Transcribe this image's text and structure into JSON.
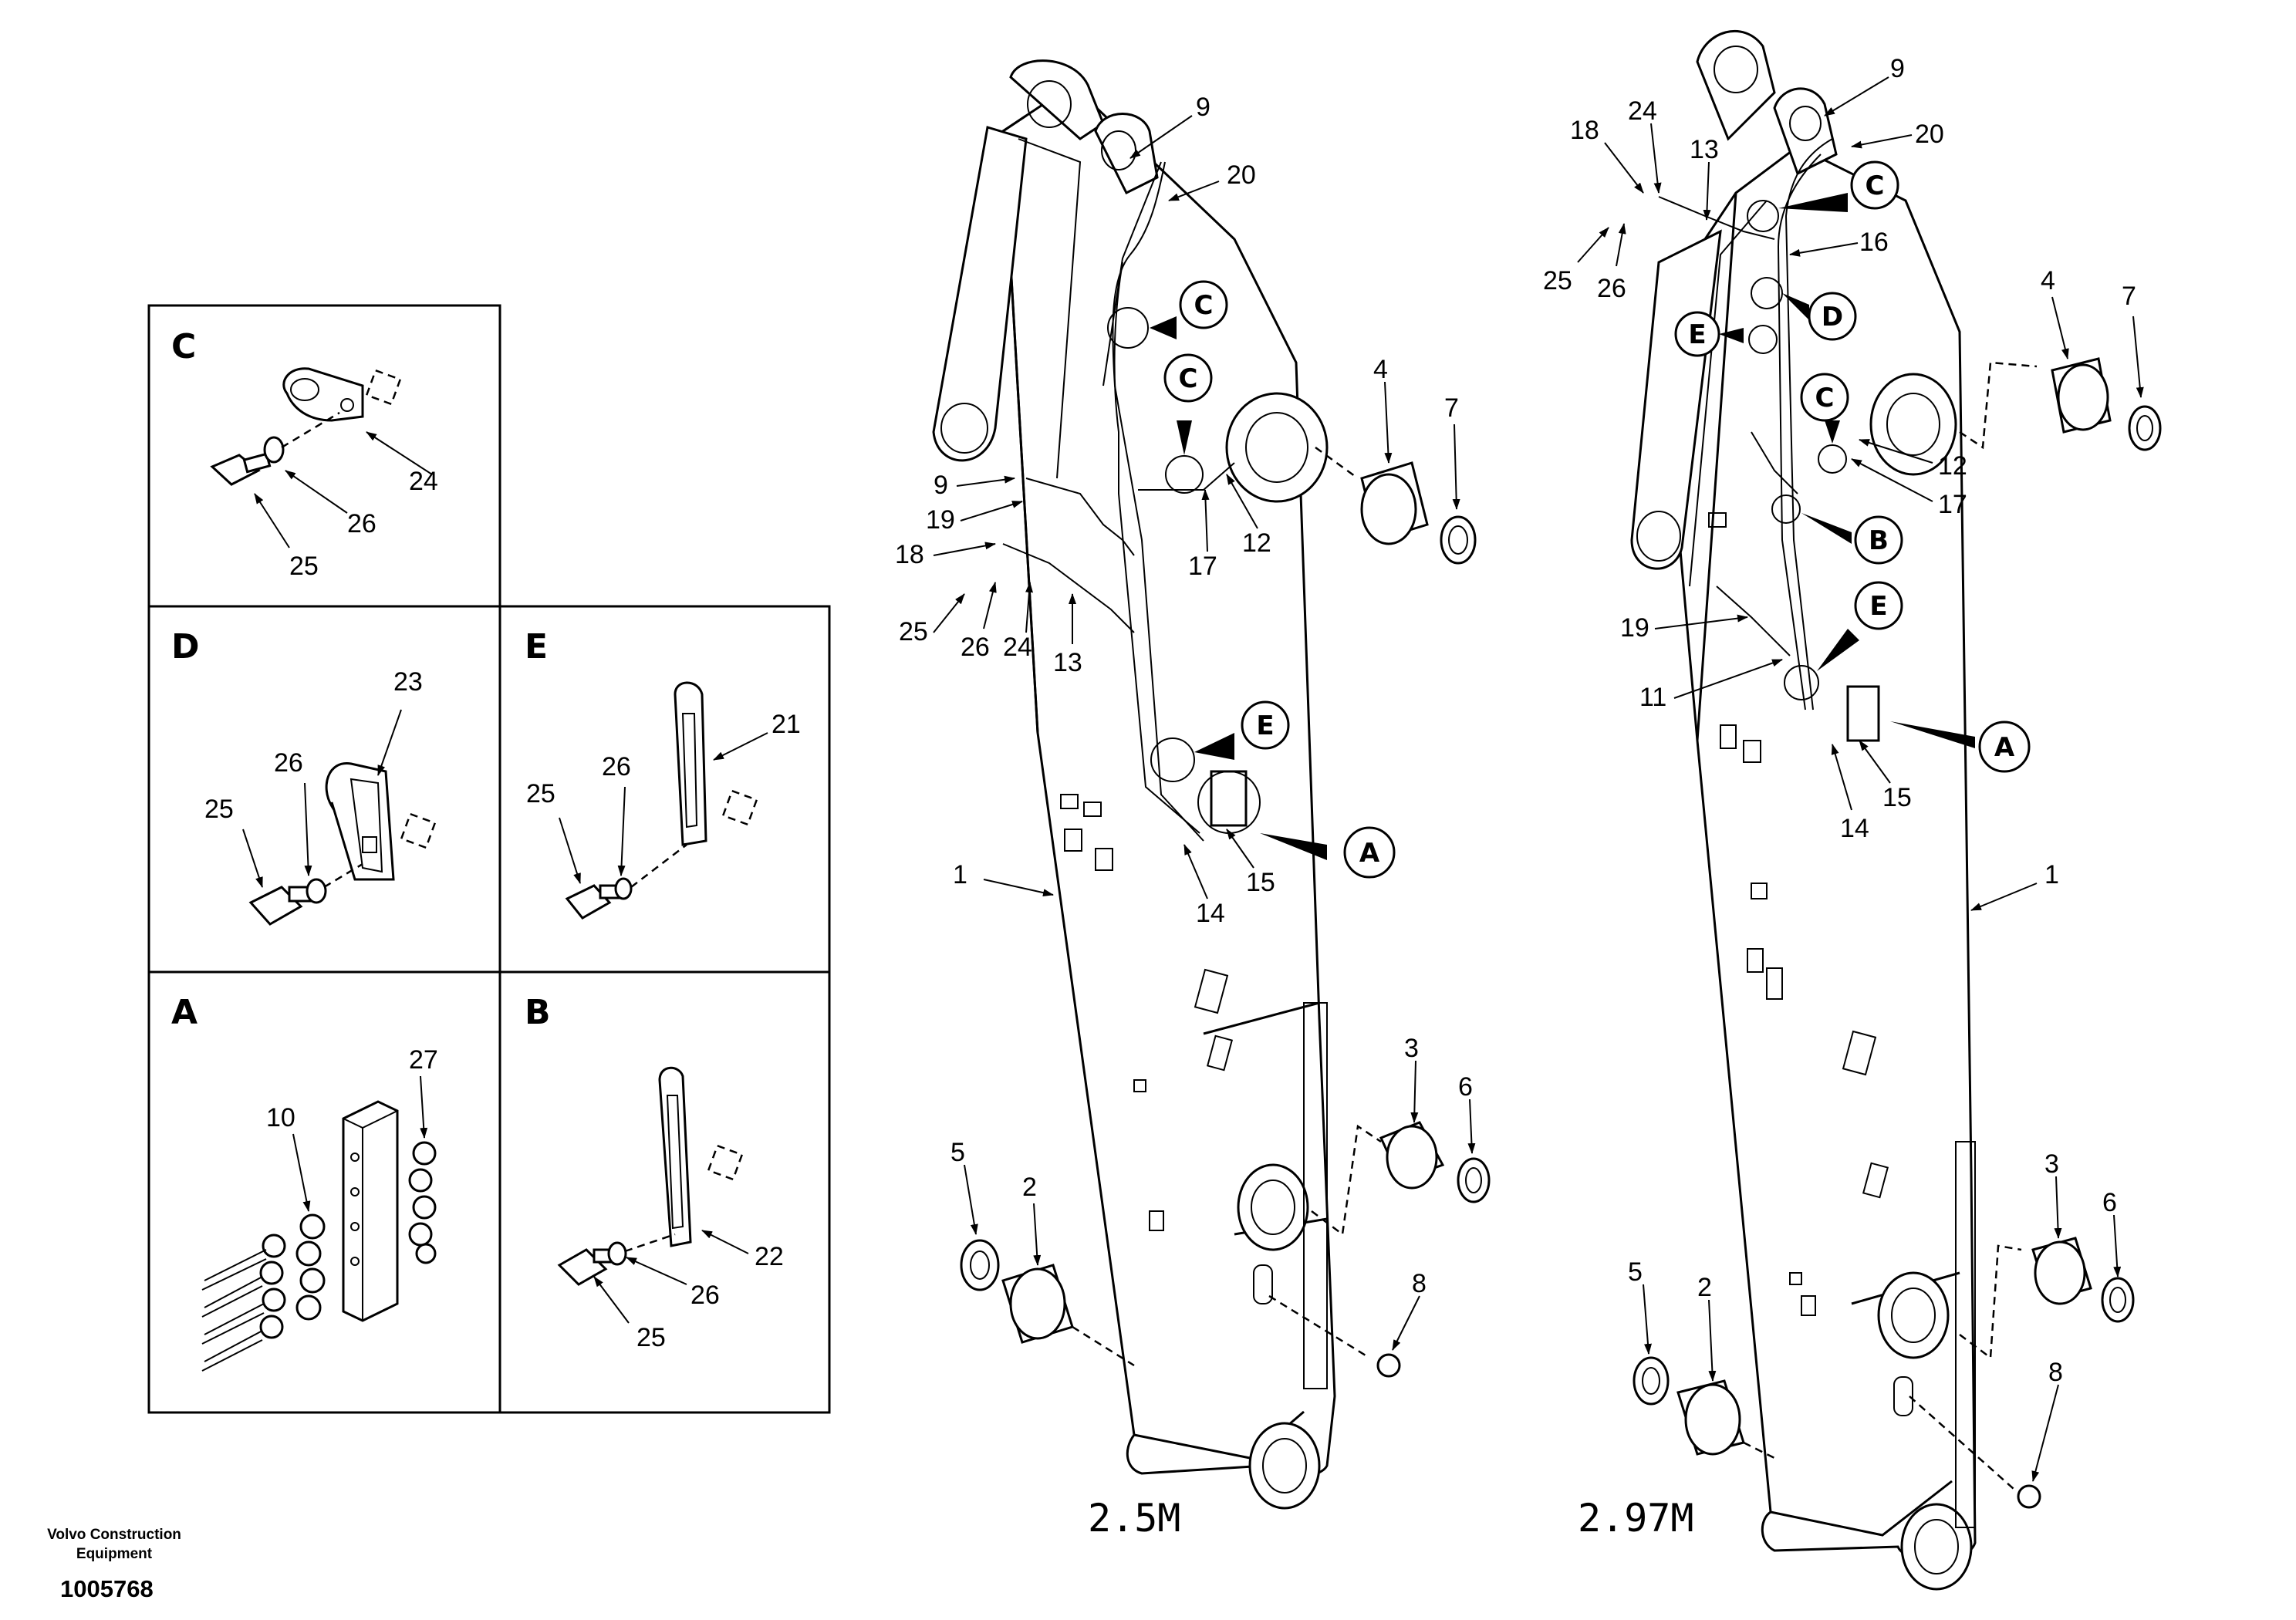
{
  "inset_panels": [
    {
      "id": "C",
      "label": "C",
      "callouts": [
        "24",
        "26",
        "25"
      ]
    },
    {
      "id": "D",
      "label": "D",
      "callouts": [
        "23",
        "26",
        "25"
      ]
    },
    {
      "id": "E",
      "label": "E",
      "callouts": [
        "21",
        "26",
        "25"
      ]
    },
    {
      "id": "A",
      "label": "A",
      "callouts": [
        "27",
        "10"
      ]
    },
    {
      "id": "B",
      "label": "B",
      "callouts": [
        "26",
        "22",
        "25"
      ]
    }
  ],
  "boom_left": {
    "variant_label": "2.5M",
    "callouts": [
      "9",
      "20",
      "4",
      "7",
      "9",
      "19",
      "18",
      "25",
      "26",
      "24",
      "13",
      "17",
      "12",
      "1",
      "15",
      "14",
      "3",
      "6",
      "5",
      "2",
      "8"
    ],
    "detail_markers": [
      "C",
      "C",
      "E",
      "A"
    ]
  },
  "boom_right": {
    "variant_label": "2.97M",
    "callouts": [
      "9",
      "20",
      "18",
      "24",
      "13",
      "16",
      "25",
      "26",
      "4",
      "7",
      "12",
      "17",
      "19",
      "11",
      "15",
      "14",
      "1",
      "3",
      "6",
      "5",
      "2",
      "8"
    ],
    "detail_markers": [
      "C",
      "D",
      "E",
      "C",
      "B",
      "E",
      "A"
    ]
  },
  "footer": {
    "brand_line1": "Volvo Construction",
    "brand_line2": "Equipment",
    "drawing_number": "1005768"
  },
  "colors": {
    "line": "#000000",
    "background": "#ffffff"
  }
}
